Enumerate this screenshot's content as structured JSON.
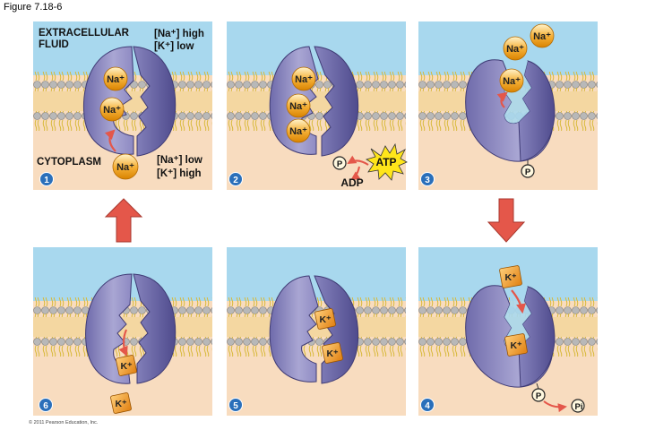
{
  "figure_label": "Figure 7.18-6",
  "copyright": "© 2011 Pearson Education, Inc.",
  "labels": {
    "extracellular": [
      "EXTRACELLULAR",
      "FLUID"
    ],
    "cytoplasm": "CYTOPLASM",
    "out_conc": [
      "[Na⁺] high",
      "[K⁺] low"
    ],
    "in_conc": [
      "[Na⁺] low",
      "[K⁺] high"
    ],
    "na_ion": "Na⁺",
    "k_ion": "K⁺",
    "atp": "ATP",
    "adp": "ADP",
    "phosphate": "P",
    "phosphate_i": "Pi"
  },
  "panels": [
    {
      "step": "1"
    },
    {
      "step": "2"
    },
    {
      "step": "3"
    },
    {
      "step": "4"
    },
    {
      "step": "5"
    },
    {
      "step": "6"
    }
  ],
  "colors": {
    "extracellular": "#a8d8ee",
    "cytoplasm": "#f8dcbf",
    "protein_light": "#9c9ac9",
    "protein_dark": "#5e5a9c",
    "channel": "#a8d8ee",
    "na_ion": "#f5a623",
    "k_ion": "#f29a2e",
    "step_badge": "#2a6fba",
    "arrow": "#e4574a",
    "atp": "#ffe51a"
  }
}
